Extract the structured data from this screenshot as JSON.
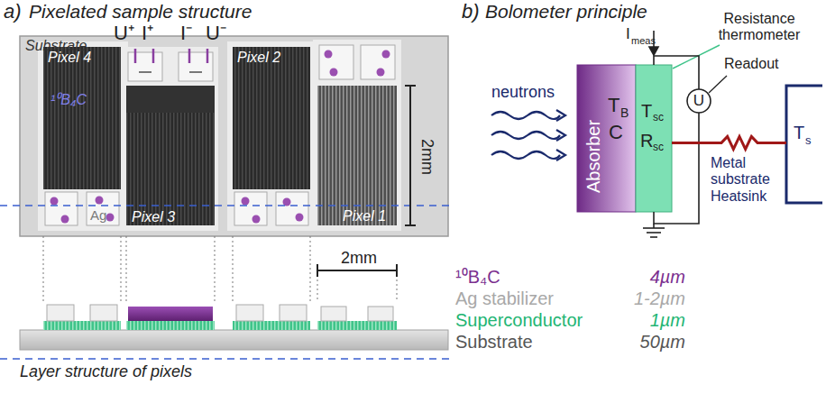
{
  "diagram": {
    "nodes": [
      {
        "text": [
          "Substrate"
        ]
      },
      {
        "text": [
          "Pixel 4",
          "¹⁰B₄C"
        ],
        "in": 0
      },
      {
        "text": [
          "Pixel 3"
        ],
        "in": 0
      },
      {
        "text": [
          "Pixel 2"
        ],
        "in": 0
      },
      {
        "text": [
          "Pixel 1"
        ],
        "in": 0
      },
      {
        "text": [
          "Absorber",
          "T",
          "B",
          "C"
        ]
      },
      {
        "text": [
          "T",
          "sc",
          "R",
          "sc"
        ]
      },
      {
        "text": [
          "U"
        ]
      },
      {
        "text": [
          "T",
          "s"
        ]
      }
    ],
    "edges": [
      {
        "from": 6,
        "to": 8,
        "arrow": "none"
      },
      {
        "from": 7,
        "to": 6,
        "arrow": "none"
      }
    ],
    "labels": [
      "a)",
      "Pixelated sample structure",
      "U⁺",
      "I⁺",
      "I⁻",
      "U⁻",
      "Ag",
      "2mm",
      "2mm",
      "Layer structure of pixels",
      "¹⁰B₄C",
      "4µm",
      "Ag stabilizer",
      "1-2µm",
      "Superconductor",
      "1µm",
      "Substrate",
      "50µm",
      "b)",
      "Bolometer principle",
      "I",
      "meas",
      "Resistance thermometer",
      "Readout",
      "neutrons",
      "Metal substrate Heatsink"
    ]
  }
}
